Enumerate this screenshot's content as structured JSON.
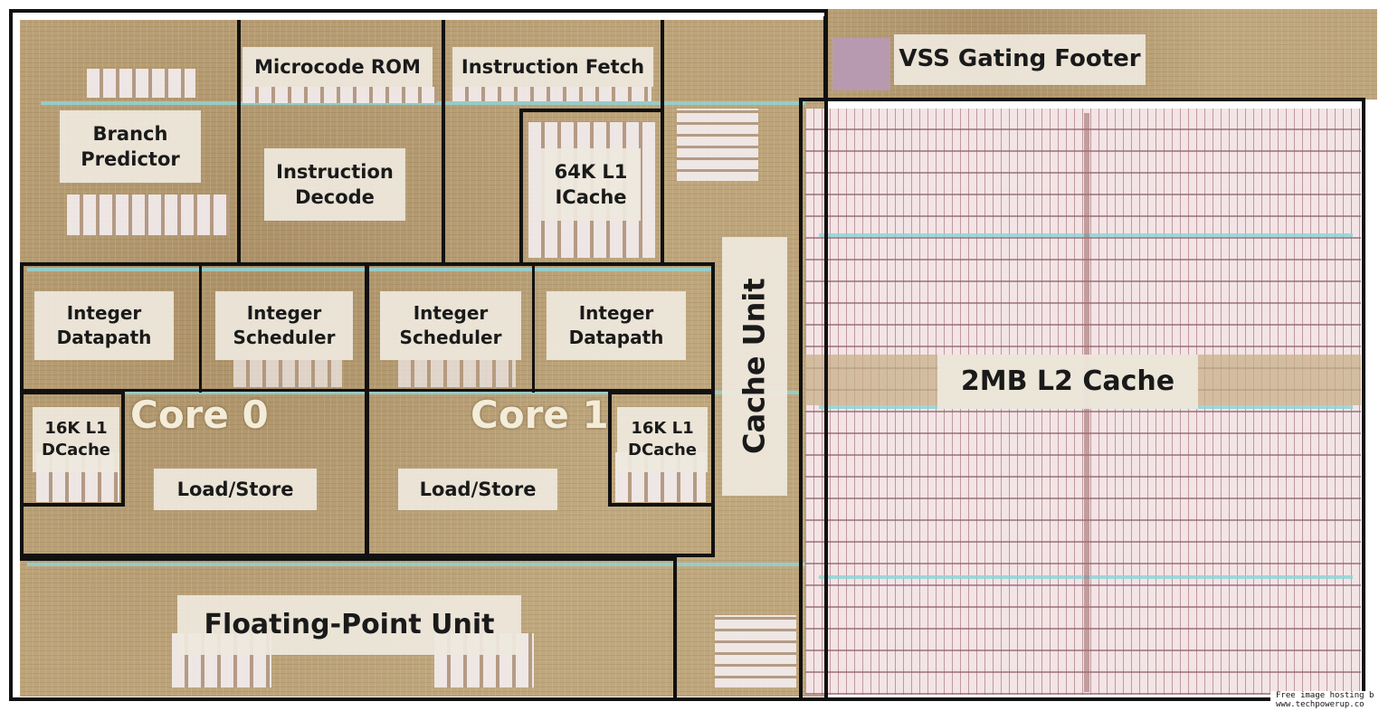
{
  "diagram": {
    "blocks": {
      "microcode_rom": "Microcode ROM",
      "instruction_fetch": "Instruction Fetch",
      "branch_predictor": "Branch\nPredictor",
      "instruction_decode": "Instruction\nDecode",
      "icache": "64K L1\nICache",
      "vss_gating_footer": "VSS Gating Footer",
      "l2_cache": "2MB L2 Cache",
      "cache_unit": "Cache Unit",
      "core0_int_datapath": "Integer\nDatapath",
      "core0_int_scheduler": "Integer\nScheduler",
      "core1_int_scheduler": "Integer\nScheduler",
      "core1_int_datapath": "Integer\nDatapath",
      "core0_dcache": "16K L1\nDCache",
      "core1_dcache": "16K L1\nDCache",
      "core0_loadstore": "Load/Store",
      "core1_loadstore": "Load/Store",
      "fpu": "Floating-Point Unit"
    },
    "cores": {
      "core0": "Core 0",
      "core1": "Core 1"
    },
    "colors": {
      "die": "#bda47a",
      "cache": "#f3e4e6",
      "border": "#111111",
      "label_bg": "#eee8de",
      "bus_line": "#8fd3d6"
    }
  },
  "watermark": {
    "line1": "Free image hosting b",
    "line2": "www.techpowerup.co"
  }
}
